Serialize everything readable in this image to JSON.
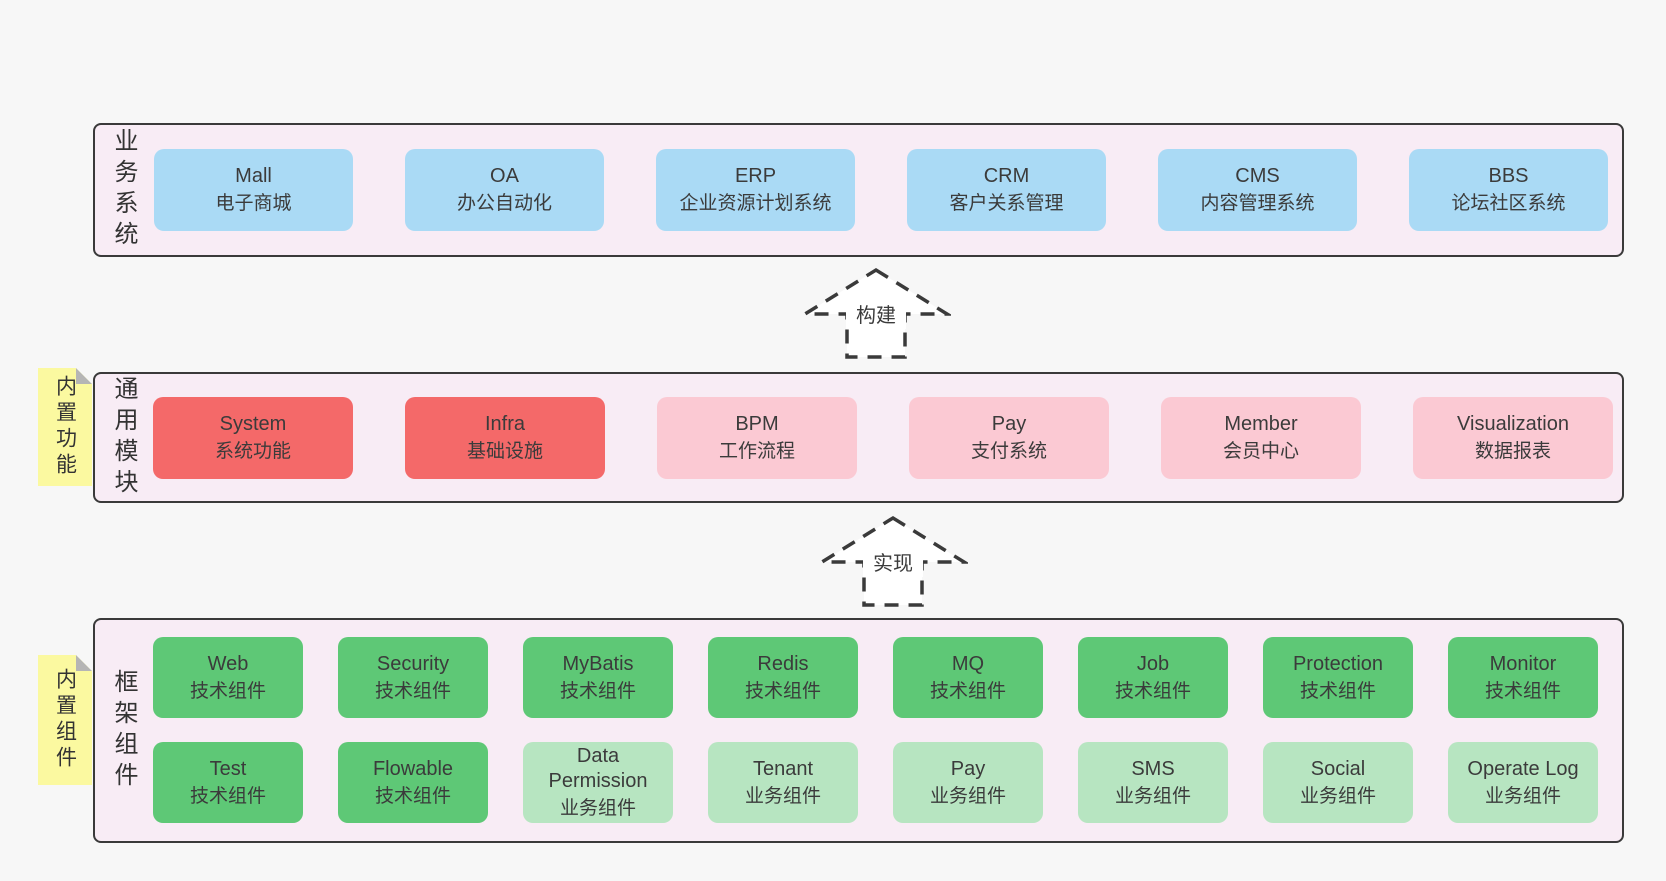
{
  "palette": {
    "page_background": "#f7f7f7",
    "container_fill": "#f8ecf5",
    "container_border": "#3a3a3a",
    "business_system_box": "#aadaf5",
    "core_module_box": "#f46969",
    "extension_module_box": "#fbc9d3",
    "tech_component_box": "#5ec876",
    "biz_component_box": "#b7e5c1",
    "sticky_note": "#fbf9a0",
    "sticky_fold": "#b5b5b5",
    "text": "#3b3b3b"
  },
  "arrows": [
    {
      "label": "构建"
    },
    {
      "label": "实现"
    }
  ],
  "sections": [
    {
      "label": "业务系统",
      "boxes": [
        {
          "name": "Mall",
          "desc": "电子商城"
        },
        {
          "name": "OA",
          "desc": "办公自动化"
        },
        {
          "name": "ERP",
          "desc": "企业资源计划系统"
        },
        {
          "name": "CRM",
          "desc": "客户关系管理"
        },
        {
          "name": "CMS",
          "desc": "内容管理系统"
        },
        {
          "name": "BBS",
          "desc": "论坛社区系统"
        }
      ]
    },
    {
      "label": "通用模块",
      "sticky": "内置功能",
      "boxes": [
        {
          "name": "System",
          "desc": "系统功能"
        },
        {
          "name": "Infra",
          "desc": "基础设施"
        },
        {
          "name": "BPM",
          "desc": "工作流程"
        },
        {
          "name": "Pay",
          "desc": "支付系统"
        },
        {
          "name": "Member",
          "desc": "会员中心"
        },
        {
          "name": "Visualization",
          "desc": "数据报表"
        }
      ]
    },
    {
      "label": "框架组件",
      "sticky": "内置组件",
      "row1": [
        {
          "name": "Web",
          "desc": "技术组件"
        },
        {
          "name": "Security",
          "desc": "技术组件"
        },
        {
          "name": "MyBatis",
          "desc": "技术组件"
        },
        {
          "name": "Redis",
          "desc": "技术组件"
        },
        {
          "name": "MQ",
          "desc": "技术组件"
        },
        {
          "name": "Job",
          "desc": "技术组件"
        },
        {
          "name": "Protection",
          "desc": "技术组件"
        },
        {
          "name": "Monitor",
          "desc": "技术组件"
        }
      ],
      "row2": [
        {
          "name": "Test",
          "desc": "技术组件"
        },
        {
          "name": "Flowable",
          "desc": "技术组件"
        },
        {
          "name": "Data Permission",
          "desc": "业务组件"
        },
        {
          "name": "Tenant",
          "desc": "业务组件"
        },
        {
          "name": "Pay",
          "desc": "业务组件"
        },
        {
          "name": "SMS",
          "desc": "业务组件"
        },
        {
          "name": "Social",
          "desc": "业务组件"
        },
        {
          "name": "Operate Log",
          "desc": "业务组件"
        }
      ]
    }
  ]
}
